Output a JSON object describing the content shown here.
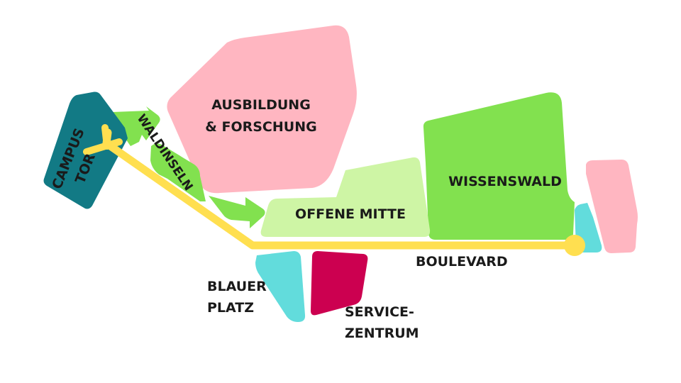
{
  "map": {
    "colors": {
      "pink": "#ffb6c1",
      "green": "#82e14f",
      "light_green": "#cef5a5",
      "teal": "#127a85",
      "cyan": "#62dcdc",
      "crimson": "#cc0050",
      "yellow": "#ffdf50",
      "text": "#1a1a1a"
    },
    "areas": {
      "ausbildung": {
        "line1": "AUSBILDUNG",
        "line2": "& FORSCHUNG"
      },
      "wissenswald": {
        "label": "WISSENSWALD"
      },
      "offene_mitte": {
        "label": "OFFENE MITTE"
      },
      "campus_tor": {
        "line1": "CAMPUS",
        "line2": "TOR"
      },
      "waldinseln": {
        "label": "WALDINSELN"
      },
      "blauer_platz": {
        "line1": "BLAUER",
        "line2": "PLATZ"
      },
      "servicezentrum": {
        "line1": "SERVICE-",
        "line2": "ZENTRUM"
      },
      "boulevard": {
        "label": "BOULEVARD"
      }
    }
  }
}
